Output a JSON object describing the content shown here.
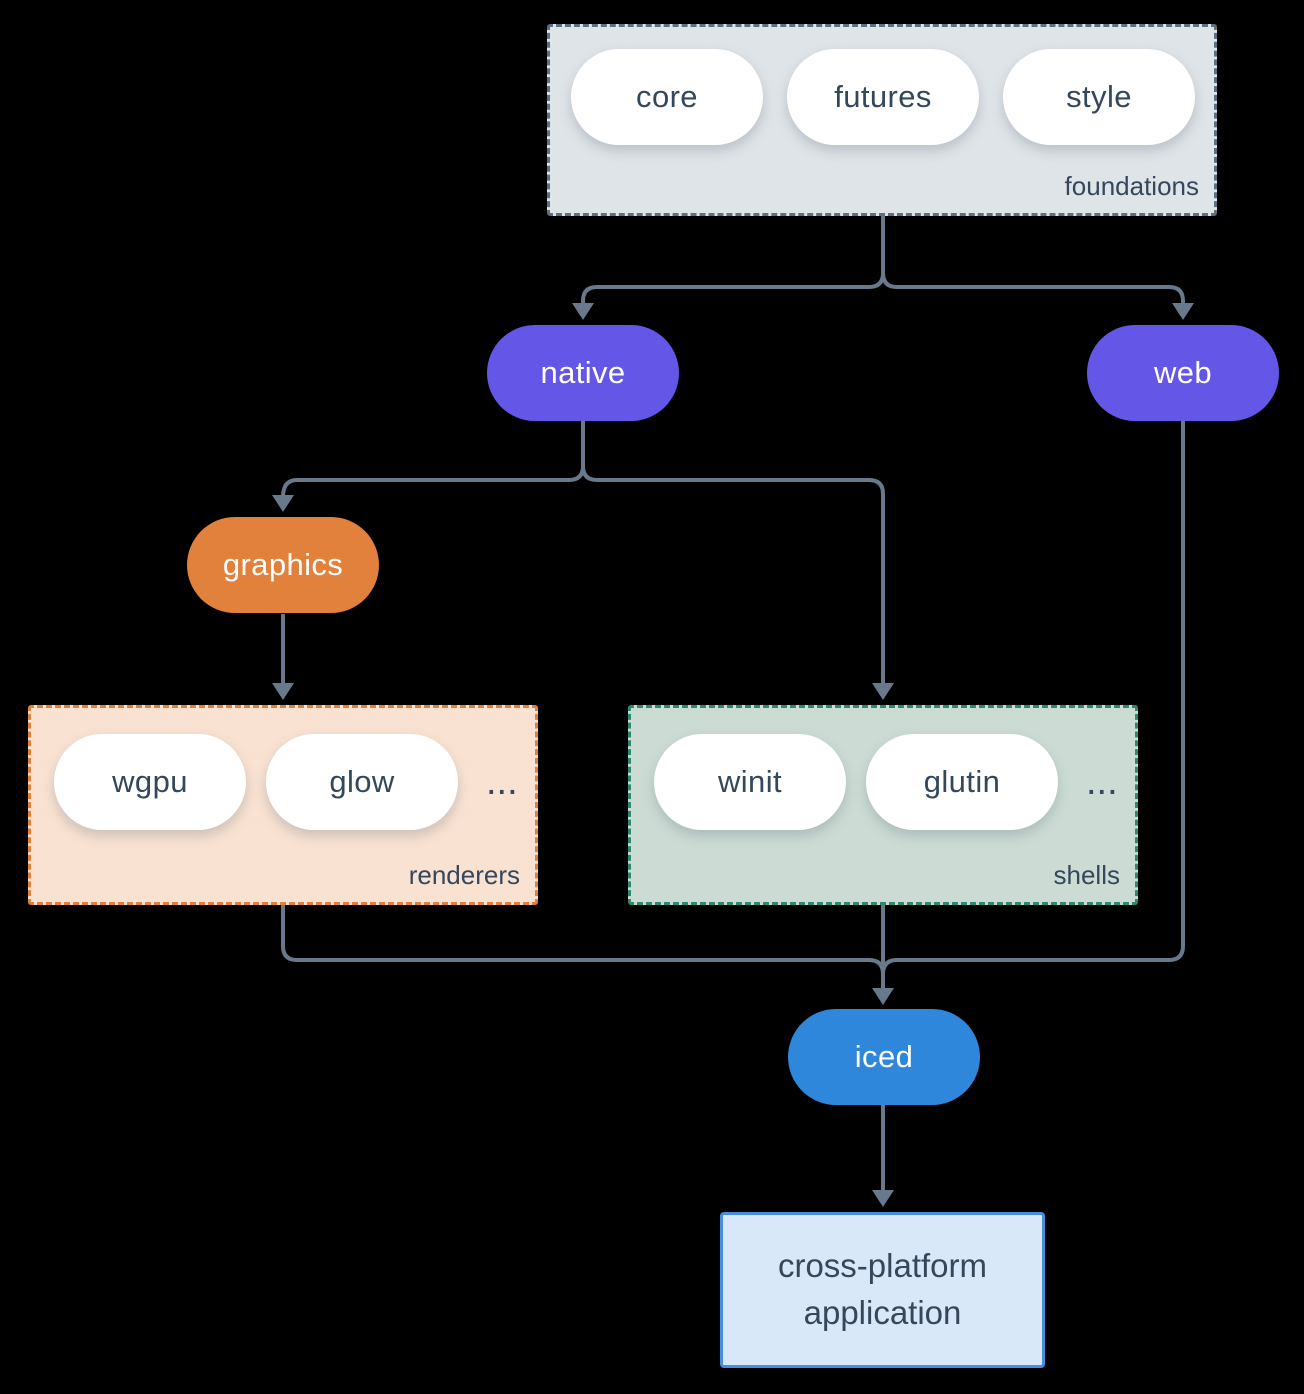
{
  "diagram": {
    "foundations": {
      "label": "foundations",
      "pills": [
        "core",
        "futures",
        "style"
      ]
    },
    "native": {
      "label": "native"
    },
    "web": {
      "label": "web"
    },
    "graphics": {
      "label": "graphics"
    },
    "renderers": {
      "label": "renderers",
      "pills": [
        "wgpu",
        "glow"
      ],
      "ellipsis": "..."
    },
    "shells": {
      "label": "shells",
      "pills": [
        "winit",
        "glutin"
      ],
      "ellipsis": "..."
    },
    "iced": {
      "label": "iced"
    },
    "application": {
      "label": "cross-platform application"
    },
    "colors": {
      "background": "#000000",
      "connector": "#68798b",
      "node_purple": "#6456e6",
      "node_orange": "#e2813c",
      "node_blue": "#2e87da",
      "foundations_fill": "#dfe4e8",
      "foundations_border": "#5d6f80",
      "renderers_fill": "#f9e2d2",
      "renderers_border": "#e2813c",
      "shells_fill": "#ccdcd4",
      "shells_border": "#2c8a71",
      "application_fill": "#d8e8f8",
      "application_border": "#478ee0",
      "pill_fill": "#ffffff",
      "text_dark": "#35475a",
      "text_light": "#ffffff"
    }
  }
}
